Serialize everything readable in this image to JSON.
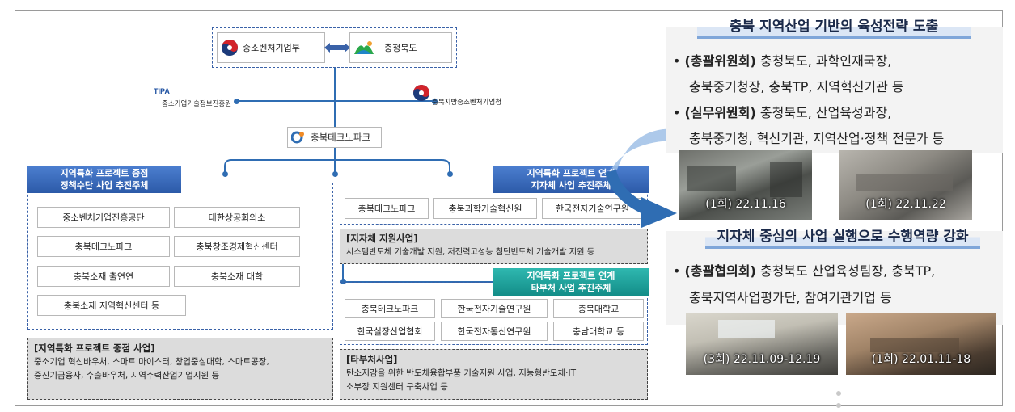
{
  "top": {
    "ministry": "중소벤처기업부",
    "province": "충청북도",
    "tipa": "중소기업기술정보진흥원",
    "tipa_logo_text": "TIPA",
    "regional_office": "충북지방중소벤처기업청",
    "technopark": "충북테크노파크"
  },
  "left_section": {
    "header_line1": "지역특화 프로젝트 중점",
    "header_line2": "정책수단 사업 추진주체",
    "orgs": [
      "중소벤처기업진흥공단",
      "대한상공회의소",
      "충북테크노파크",
      "충북창조경제혁신센터",
      "충북소재 출연연",
      "충북소재 대학",
      "충북소재 지역혁신센터 등"
    ],
    "projects_title": "[지역특화 프로젝트 중점 사업]",
    "projects_line1": "중소기업 혁신바우처, 스마트 마이스터, 창업중심대학, 스마트공장,",
    "projects_line2": "중진기금융자, 수출바우처, 지역주력산업기업지원 등"
  },
  "mid_section": {
    "header1_line1": "지역특화 프로젝트 연계",
    "header1_line2": "지자체 사업 추진주체",
    "orgs1": [
      "충북테크노파크",
      "충북과학기술혁신원",
      "한국전자기술연구원"
    ],
    "local_support_title": "[지자체 지원사업]",
    "local_support_line": "시스템반도체 기술개발 지원, 저전력고성능 첨단반도체 기술개발 지원 등",
    "header2_line1": "지역특화 프로젝트 연계",
    "header2_line2": "타부처 사업 추진주체",
    "orgs2": [
      "충북테크노파크",
      "한국전자기술연구원",
      "충북대학교",
      "한국실장산업협회",
      "한국전자통신연구원",
      "충남대학교 등"
    ],
    "other_title": "[타부처사업]",
    "other_line1": "탄소저감을 위한 반도체융합부품 기술지원 사업, 지능형반도체·IT",
    "other_line2": "소부장 지원센터 구축사업 등"
  },
  "right_section": {
    "title1": "충북 지역산업 기반의 육성전략 도출",
    "b1_bold": "(총괄위원회)",
    "b1_rest": " 충청북도, 과학인재국장,",
    "b1_cont": "충북중기청장, 충북TP, 지역혁신기관 등",
    "b2_bold": "(실무위원회)",
    "b2_rest": " 충청북도, 산업육성과장,",
    "b2_cont": "충북중기청, 혁신기관, 지역산업·정책 전문가 등",
    "bullet": "•",
    "photo1_caption": "(1회) 22.11.16",
    "photo2_caption": "(1회) 22.11.22",
    "title2": "지자체 중심의 사업 실행으로 수행역량 강화",
    "b3_bold": "(총괄협의회)",
    "b3_rest": " 충청북도 산업육성팀장, 충북TP,",
    "b3_cont": "충북지역사업평가단, 참여기관기업 등",
    "photo3_caption": "(3회) 22.11.09-12.19",
    "photo4_caption": "(1회) 22.01.11-18"
  },
  "colors": {
    "accent_blue": "#2f6db3",
    "teal": "#1a9e98",
    "title_blue": "#1b2a4a"
  }
}
